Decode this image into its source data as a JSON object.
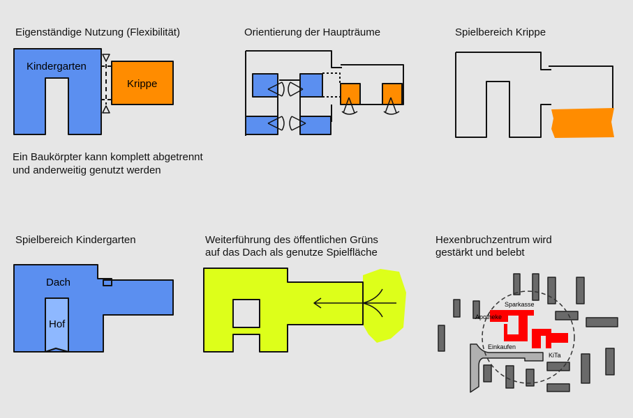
{
  "panels": [
    {
      "title": "Eigenständige Nutzung (Flexibilität)",
      "labels": {
        "a": "Kindergarten",
        "b": "Krippe"
      },
      "caption_line1": "Ein Baukörpter kann komplett abgetrennt",
      "caption_line2": "und anderweitig genutzt werden"
    },
    {
      "title": "Orientierung der Haupträume"
    },
    {
      "title": "Spielbereich Krippe"
    },
    {
      "title": "Spielbereich Kindergarten",
      "labels": {
        "a": "Dach",
        "b": "Hof"
      }
    },
    {
      "title_line1": "Weiterführung des öffentlichen Grüns",
      "title_line2": "auf das Dach als genutze Spielfläche"
    },
    {
      "title_line1": "Hexenbruchzentrum wird",
      "title_line2": "gestärkt und belebt",
      "labels": {
        "sparkasse": "Sparkasse",
        "apotheke": "Apotheke",
        "einkaufen": "Einkaufen",
        "kita": "KiTa"
      }
    }
  ],
  "colors": {
    "background": "#e6e6e6",
    "kindergarten": "#5b8ff0",
    "krippe": "#ff8c00",
    "green": "#ddff1a",
    "center": "#ff0000",
    "buildings": "#6a6a6a",
    "street": "#b0b0b0"
  }
}
